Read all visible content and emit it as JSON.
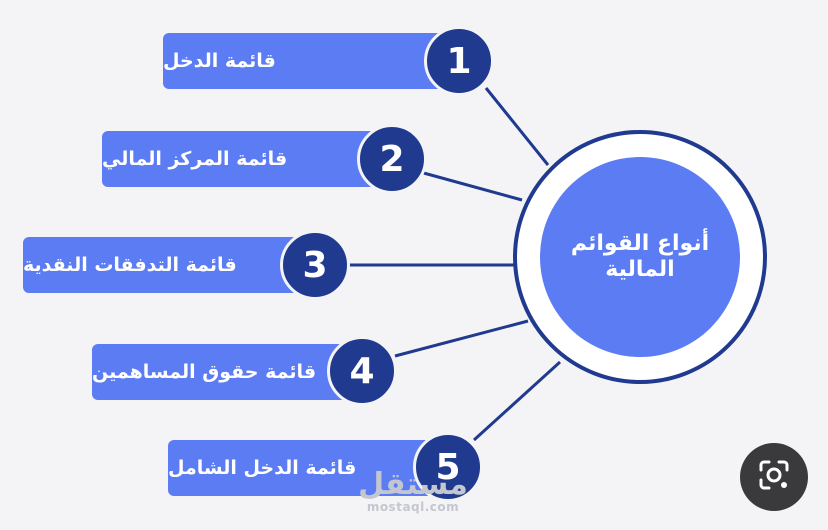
{
  "hub": {
    "title": "أنواع القوائم المالية"
  },
  "items": [
    {
      "number": "1",
      "label": "قائمة الدخل"
    },
    {
      "number": "2",
      "label": "قائمة المركز المالي"
    },
    {
      "number": "3",
      "label": "قائمة التدفقات النقدية"
    },
    {
      "number": "4",
      "label": "قائمة حقوق المساهمين"
    },
    {
      "number": "5",
      "label": "قائمة الدخل الشامل"
    }
  ],
  "watermark": {
    "logo": "مستقل",
    "url": "mostaql.com"
  },
  "colors": {
    "dark_blue": "#1f3a8f",
    "light_blue": "#5b7cf2",
    "background": "#f4f4f6"
  },
  "icons": {
    "visual_search": "lens-camera-icon"
  }
}
